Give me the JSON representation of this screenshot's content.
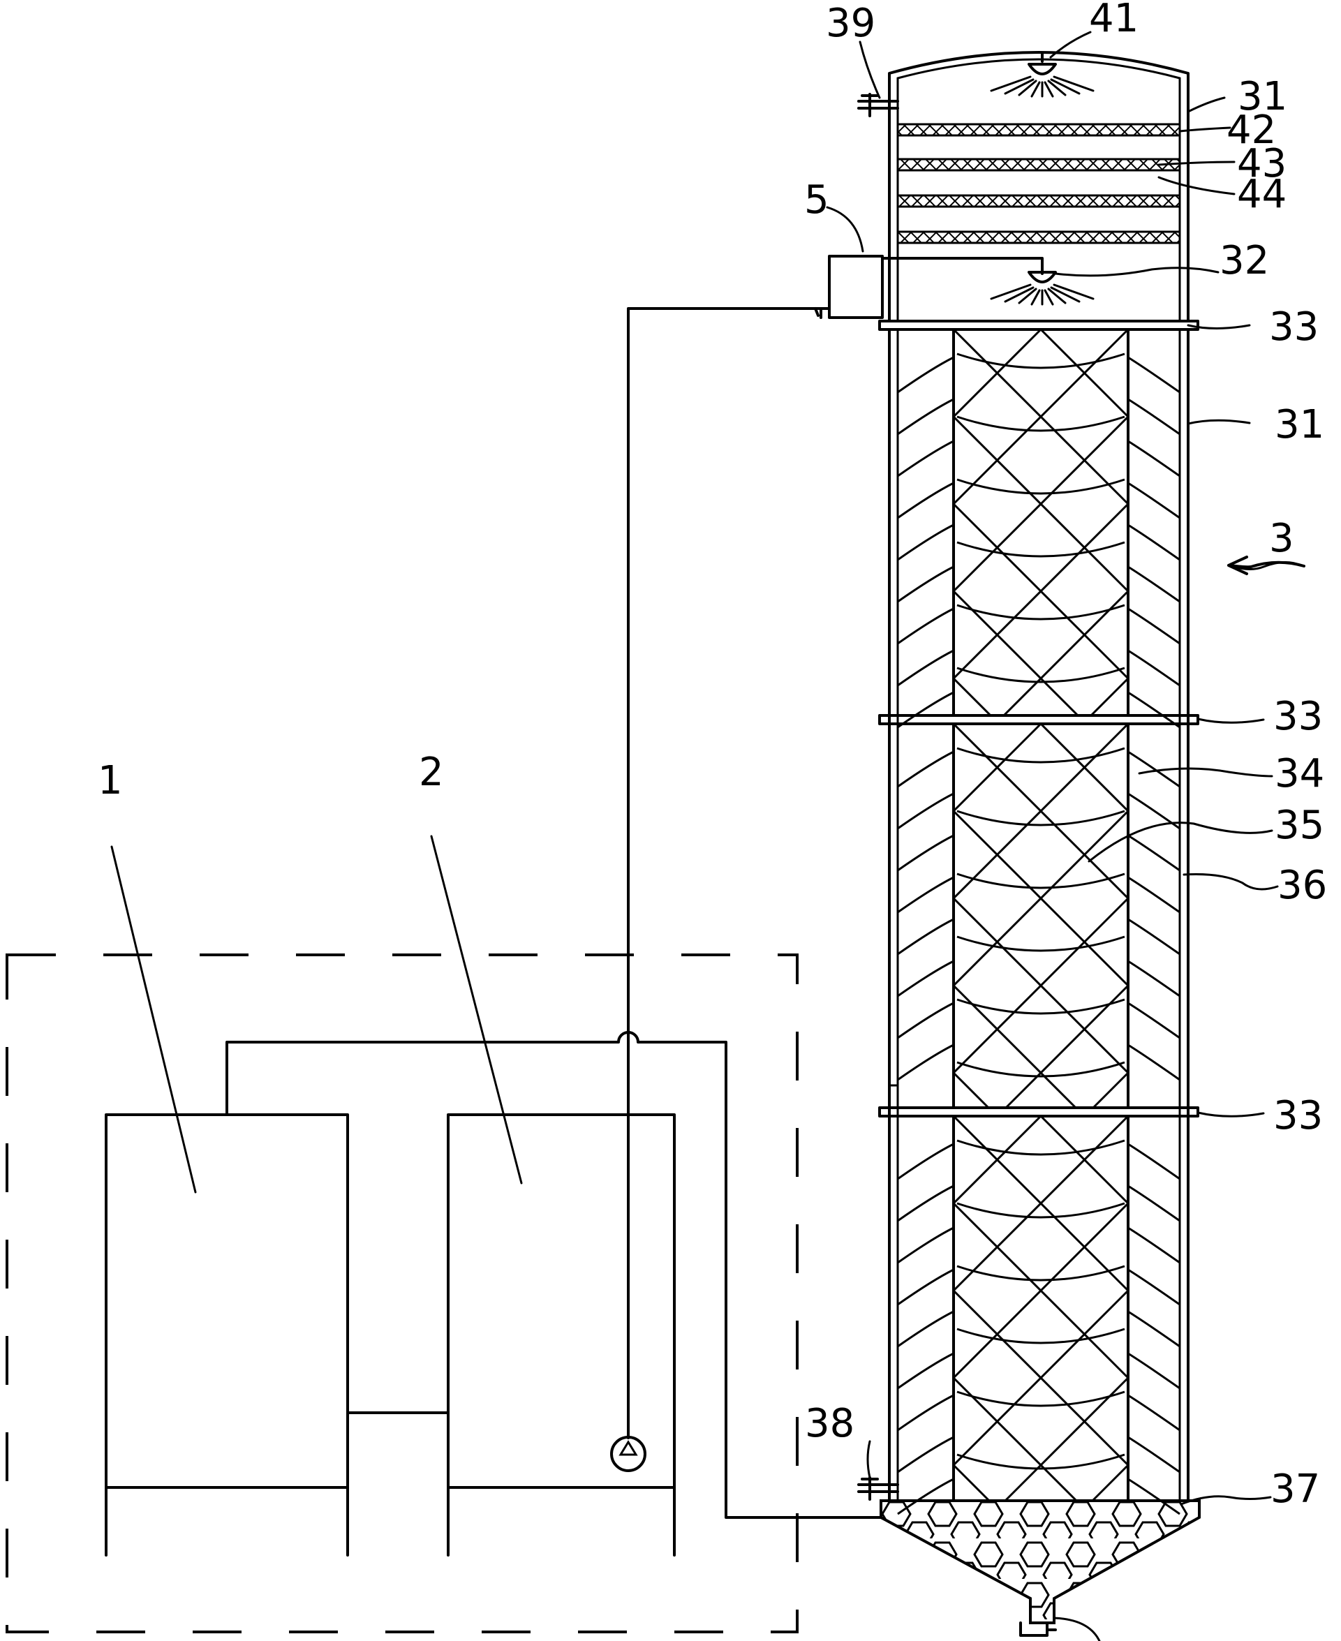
{
  "figure": {
    "background": "#ffffff",
    "stroke": "#000000",
    "labels": {
      "l1": "1",
      "l2": "2",
      "l3": "3",
      "l5": "5",
      "l31a": "31",
      "l31b": "31",
      "l32": "32",
      "l33a": "33",
      "l33b": "33",
      "l33c": "33",
      "l34": "34",
      "l35": "35",
      "l36": "36",
      "l37": "37",
      "l38": "38",
      "l39": "39",
      "l41": "41",
      "l42": "42",
      "l43": "43",
      "l44": "44"
    }
  }
}
